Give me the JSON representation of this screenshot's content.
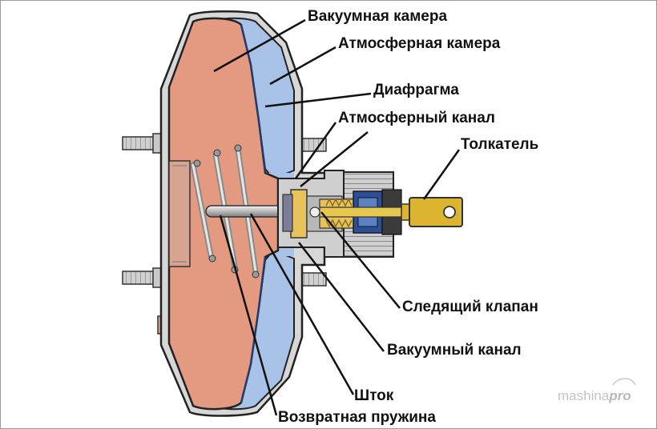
{
  "labels": {
    "vacuum_chamber": "Вакуумная камера",
    "atmospheric_chamber": "Атмосферная камера",
    "diaphragm": "Диафрагма",
    "atmospheric_channel": "Атмосферный канал",
    "pusher": "Толкатель",
    "follower_valve": "Следящий клапан",
    "vacuum_channel": "Вакуумный канал",
    "rod": "Шток",
    "return_spring": "Возвратная пружина"
  },
  "watermark": {
    "part1": "mashina",
    "part2": "pro"
  },
  "colors": {
    "vacuum_chamber": "#e39a80",
    "atmospheric_chamber": "#a9c3e8",
    "housing": "#d5d5d5",
    "brass": "#e8c25a",
    "pusher": "#ddb430",
    "valve_blue": "#2c4f9a",
    "line": "#111111"
  }
}
